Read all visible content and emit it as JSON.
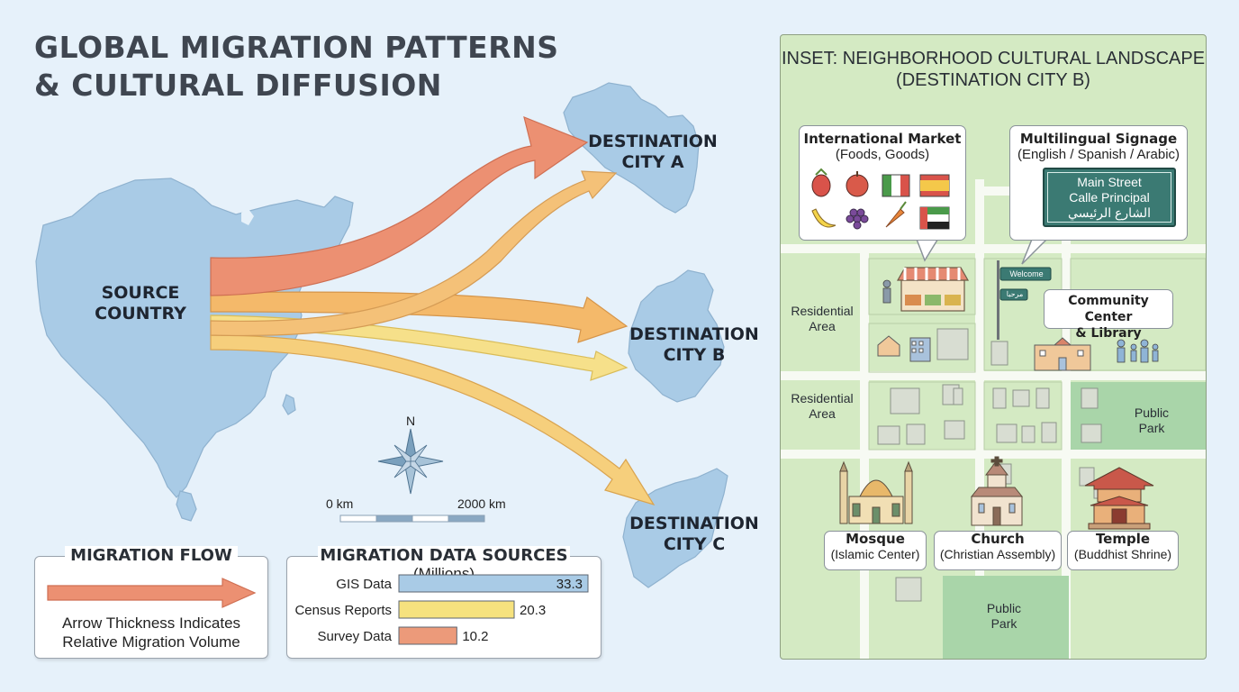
{
  "title": {
    "line1": "GLOBAL MIGRATION PATTERNS",
    "line2": "& CULTURAL DIFFUSION"
  },
  "map": {
    "source": {
      "line1": "SOURCE",
      "line2": "COUNTRY"
    },
    "dest_a": {
      "line1": "DESTINATION",
      "line2": "CITY A"
    },
    "dest_b": {
      "line1": "DESTINATION",
      "line2": "CITY B"
    },
    "dest_c": {
      "line1": "DESTINATION",
      "line2": "CITY C"
    },
    "compass": "N",
    "scale": {
      "start": "0 km",
      "end": "2000 km"
    }
  },
  "legend": {
    "title": "MIGRATION FLOW",
    "line1": "Arrow Thickness Indicates",
    "line2": "Relative Migration Volume"
  },
  "sources": {
    "title": "MIGRATION DATA SOURCES",
    "unit": "(Millions)",
    "rows": [
      {
        "label": "GIS Data",
        "value": "33.3",
        "color": "#a9cbe6"
      },
      {
        "label": "Census Reports",
        "value": "20.3",
        "color": "#f6e27e"
      },
      {
        "label": "Survey Data",
        "value": "10.2",
        "color": "#ec9a7a"
      }
    ]
  },
  "chart_data": {
    "type": "bar",
    "title": "MIGRATION DATA SOURCES",
    "unit": "(Millions)",
    "categories": [
      "GIS Data",
      "Census Reports",
      "Survey Data"
    ],
    "values": [
      33.3,
      20.3,
      10.2
    ]
  },
  "inset": {
    "title_line1": "INSET: NEIGHBORHOOD CULTURAL LANDSCAPE",
    "title_line2": "(DESTINATION CITY B)",
    "market": {
      "title": "International Market",
      "sub": "(Foods, Goods)"
    },
    "signage": {
      "title": "Multilingual Signage",
      "sub": "(English / Spanish / Arabic)",
      "line1": "Main Street",
      "line2": "Calle Principal",
      "line3": "الشارع الرئيسي"
    },
    "welcome_sign": "Welcome",
    "arabic_sign": "مرحبا",
    "community": {
      "line1": "Community Center",
      "line2": "& Library"
    },
    "residential": "Residential\nArea",
    "residential_a": {
      "line1": "Residential",
      "line2": "Area"
    },
    "residential_b": {
      "line1": "Residential",
      "line2": "Area"
    },
    "park_top": {
      "line1": "Public",
      "line2": "Park"
    },
    "park_bottom": {
      "line1": "Public",
      "line2": "Park"
    },
    "mosque": {
      "title": "Mosque",
      "sub": "(Islamic Center)"
    },
    "church": {
      "title": "Church",
      "sub": "(Christian Assembly)"
    },
    "temple": {
      "title": "Temple",
      "sub": "(Buddhist Shrine)"
    }
  },
  "colors": {
    "land": "#a9cbe6",
    "water": "#e6f1fa",
    "arrow_red": "#ec9072",
    "arrow_orange": "#f3b56c",
    "arrow_yellow": "#f6dc86",
    "inset_bg": "#d4eac3",
    "park": "#a9d5a9"
  }
}
